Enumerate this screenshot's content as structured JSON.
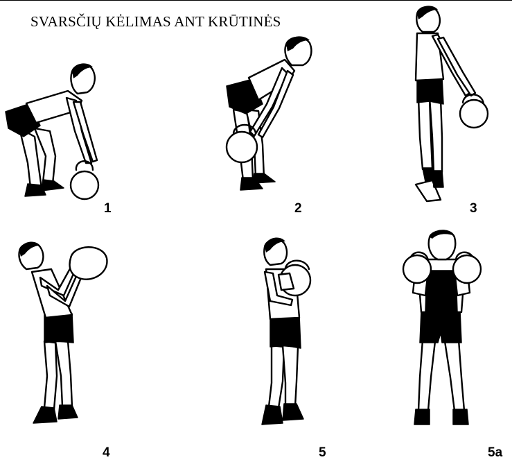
{
  "page": {
    "title": "SVARSČIŲ KĖLIMAS ANT KRŪTINĖS"
  },
  "figures": [
    {
      "number": "1"
    },
    {
      "number": "2"
    },
    {
      "number": "3"
    },
    {
      "number": "4"
    },
    {
      "number": "5"
    },
    {
      "number": "5a"
    }
  ]
}
